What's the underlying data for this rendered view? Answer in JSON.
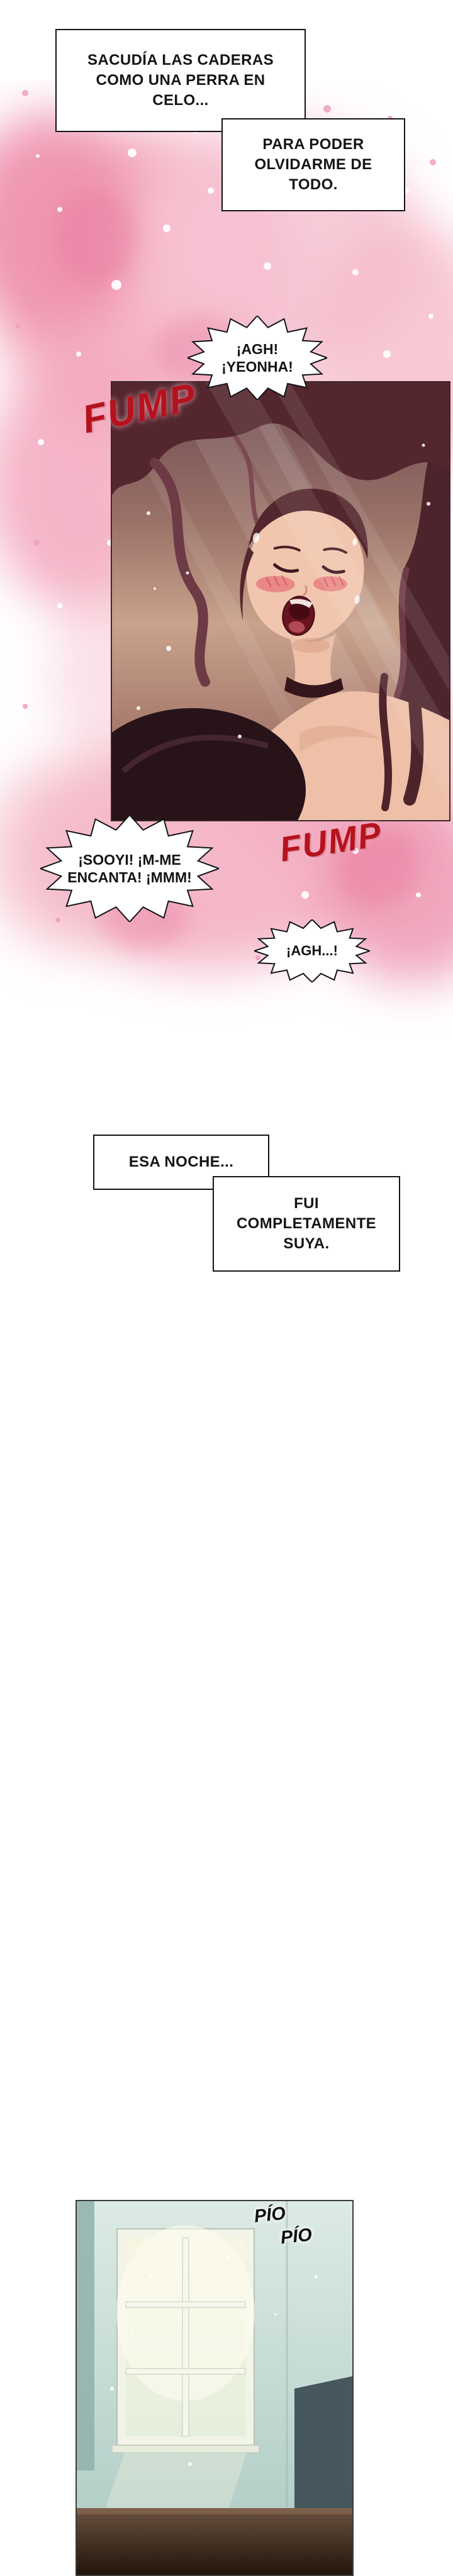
{
  "captions": {
    "c1": "SACUDÍA LAS CADERAS COMO UNA PERRA EN CELO...",
    "c2": "PARA PODER OLVIDARME DE TODO.",
    "c3": "ESA NOCHE...",
    "c4": "FUI COMPLETAMENTE SUYA."
  },
  "bubbles": {
    "b1": "¡AGH! ¡YEONHA!",
    "b2": "¡SOOYI! ¡M-ME ENCANTA! ¡MMM!",
    "b3": "¡AGH...!"
  },
  "sfx": {
    "fump1": "FUMP",
    "fump2": "FUMP",
    "pio1": "PÍO",
    "pio2": "PÍO"
  },
  "colors": {
    "sfx_red": "#b5121e",
    "splash_pink": "#f4afc2"
  }
}
